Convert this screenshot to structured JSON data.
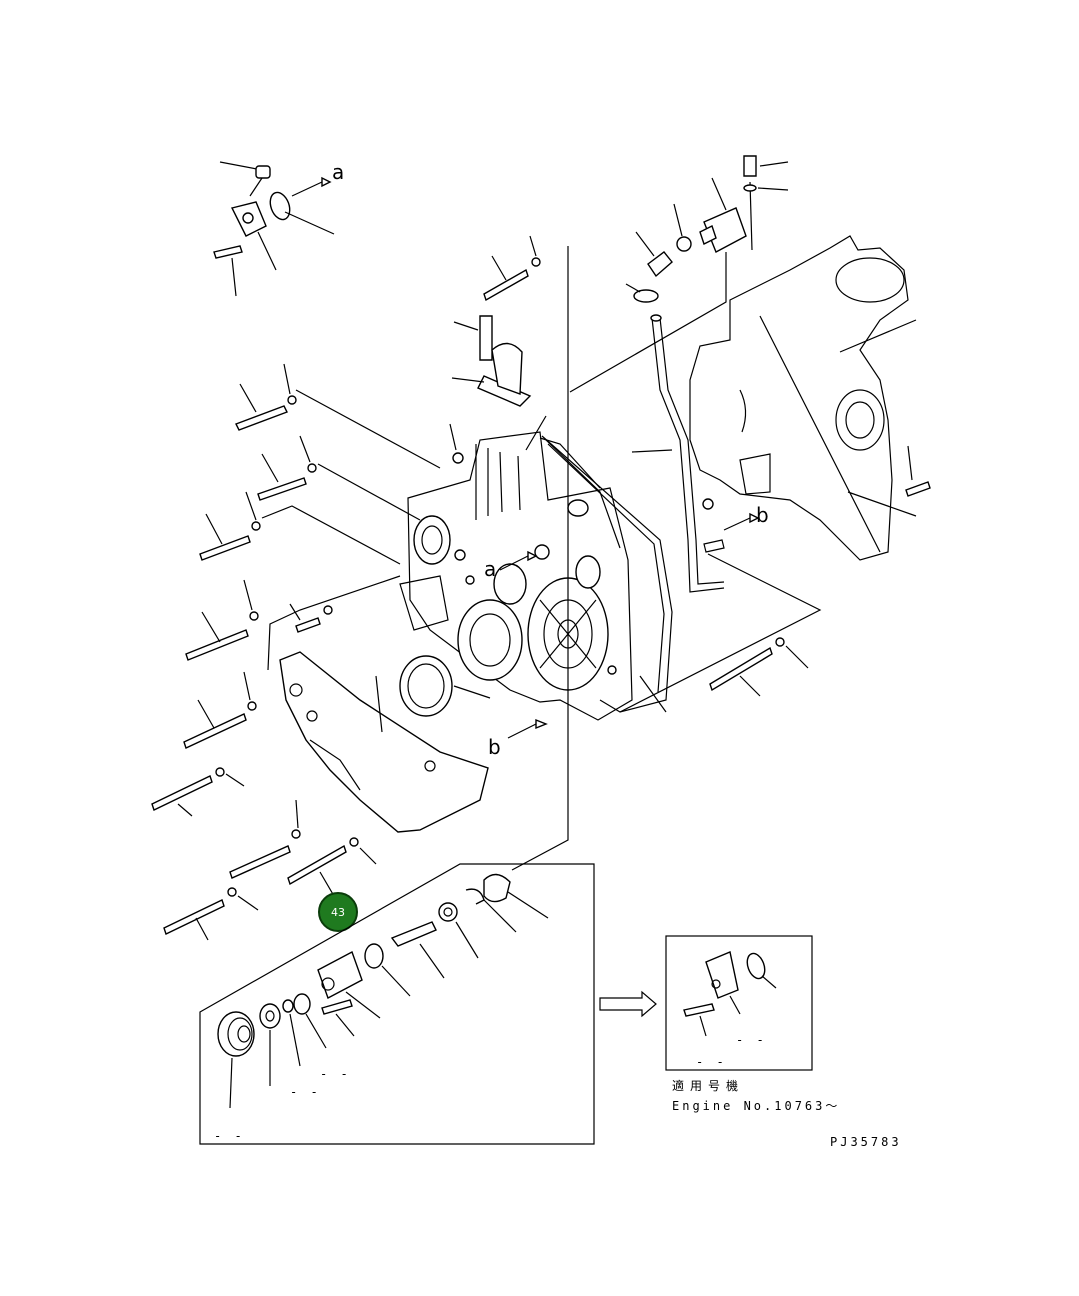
{
  "labels": {
    "a_top": "a",
    "a_mid": "a",
    "b_right": "b",
    "b_lower": "b",
    "callout_number": "43",
    "applicable_jp": "適用号機",
    "engine_no": "Engine No.10763～",
    "drawing_code": "PJ35783",
    "dash_1": "- -",
    "dash_2": "- -",
    "dash_3": "- -",
    "dash_4": "- -",
    "dash_5": "- -"
  },
  "colors": {
    "callout_fill": "#1f7a1f",
    "callout_stroke": "#0b3d0b",
    "line": "#000000"
  }
}
